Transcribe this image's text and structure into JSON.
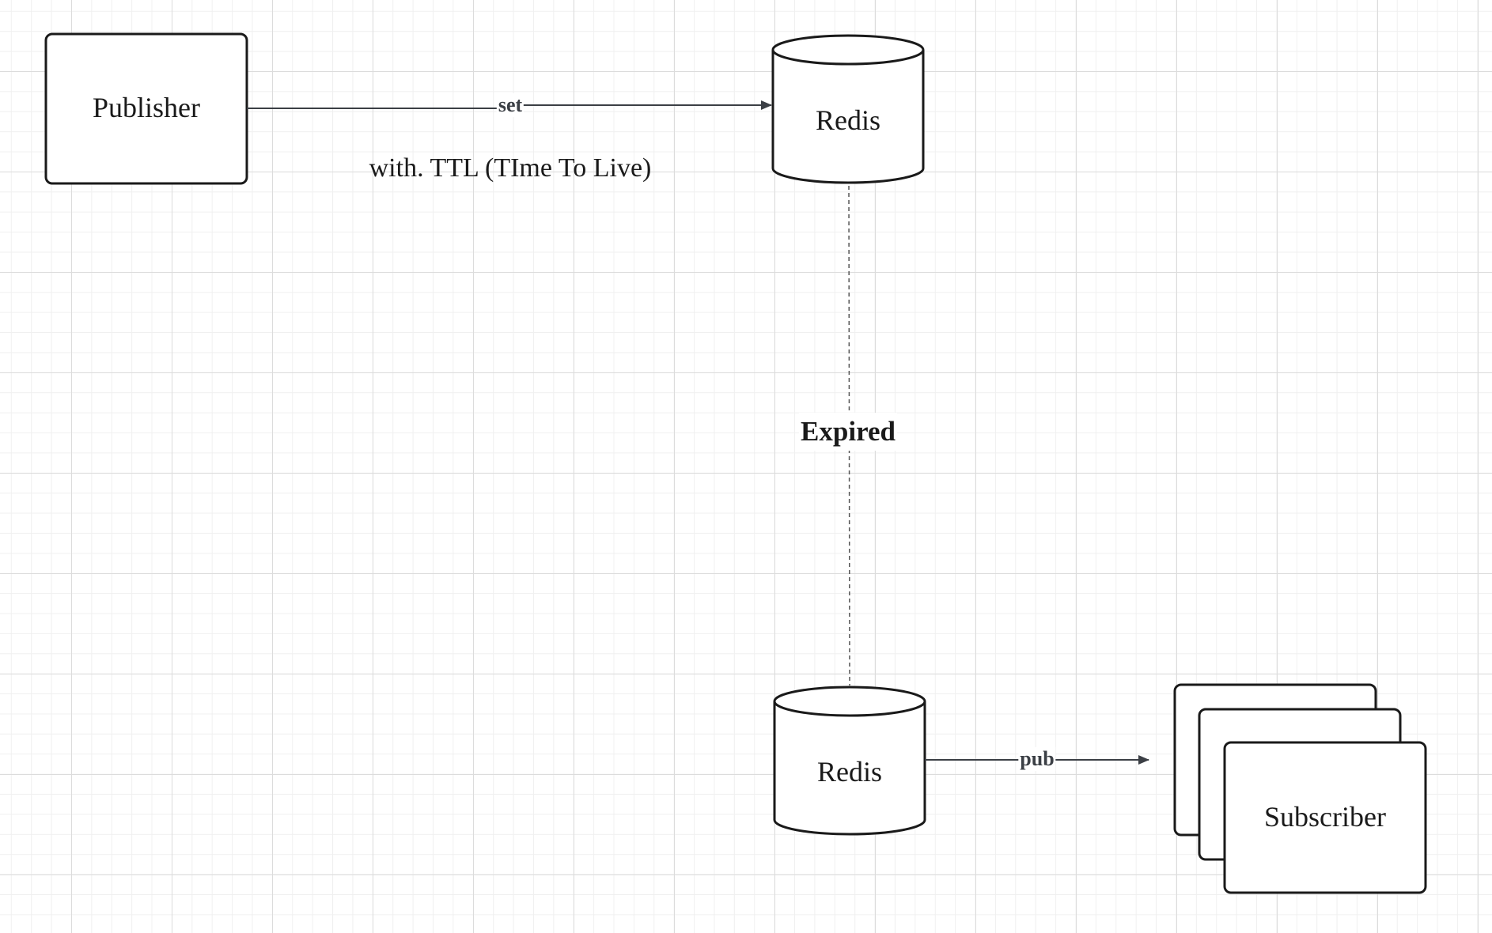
{
  "nodes": {
    "publisher": "Publisher",
    "redis_top": "Redis",
    "redis_bottom": "Redis",
    "subscriber": "Subscriber"
  },
  "edges": {
    "set": "set",
    "pub": "pub",
    "expired": "Expired"
  },
  "notes": {
    "ttl": "with. TTL (TIme To Live)"
  },
  "colors": {
    "stroke": "#1a1a1a",
    "arrow": "#3b3f45"
  }
}
